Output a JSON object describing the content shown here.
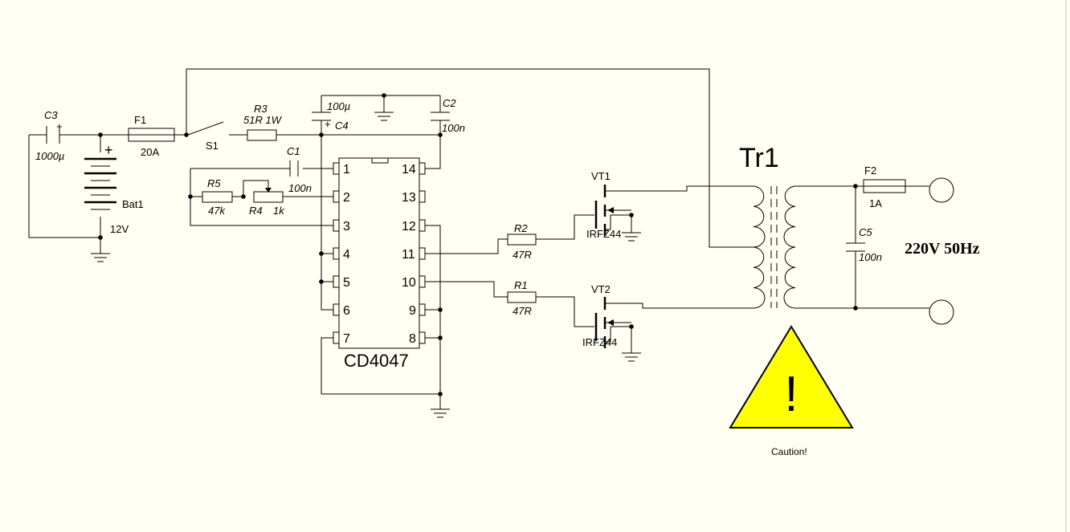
{
  "diagram": {
    "type": "circuit-schematic",
    "components": {
      "c3": {
        "ref": "C3",
        "value": "1000µ",
        "polarity": "+"
      },
      "f1": {
        "ref": "F1",
        "value": "20A"
      },
      "bat1": {
        "ref": "Bat1",
        "value": "12V",
        "polarity": "+"
      },
      "s1": {
        "ref": "S1"
      },
      "r3": {
        "ref": "R3",
        "value": "51R 1W"
      },
      "c4": {
        "ref": "C4",
        "value": "100µ",
        "polarity": "+"
      },
      "c2": {
        "ref": "C2",
        "value": "100n"
      },
      "c1": {
        "ref": "C1",
        "value": "100n"
      },
      "r5": {
        "ref": "R5",
        "value": "47k"
      },
      "r4": {
        "ref": "R4",
        "value": "1k"
      },
      "ic": {
        "ref": "CD4047",
        "left_pins": [
          "1",
          "2",
          "3",
          "4",
          "5",
          "6",
          "7"
        ],
        "right_pins": [
          "14",
          "13",
          "12",
          "11",
          "10",
          "9",
          "8"
        ]
      },
      "r2": {
        "ref": "R2",
        "value": "47R"
      },
      "r1": {
        "ref": "R1",
        "value": "47R"
      },
      "vt1": {
        "ref": "VT1",
        "value": "IRFZ44"
      },
      "vt2": {
        "ref": "VT2",
        "value": "IRFZ44"
      },
      "tr1": {
        "ref": "Tr1"
      },
      "f2": {
        "ref": "F2",
        "value": "1A"
      },
      "c5": {
        "ref": "C5",
        "value": "100n"
      }
    },
    "output_label": "220V 50Hz",
    "warning": {
      "symbol": "!",
      "text": "Caution!",
      "color": "#ffff00"
    }
  }
}
